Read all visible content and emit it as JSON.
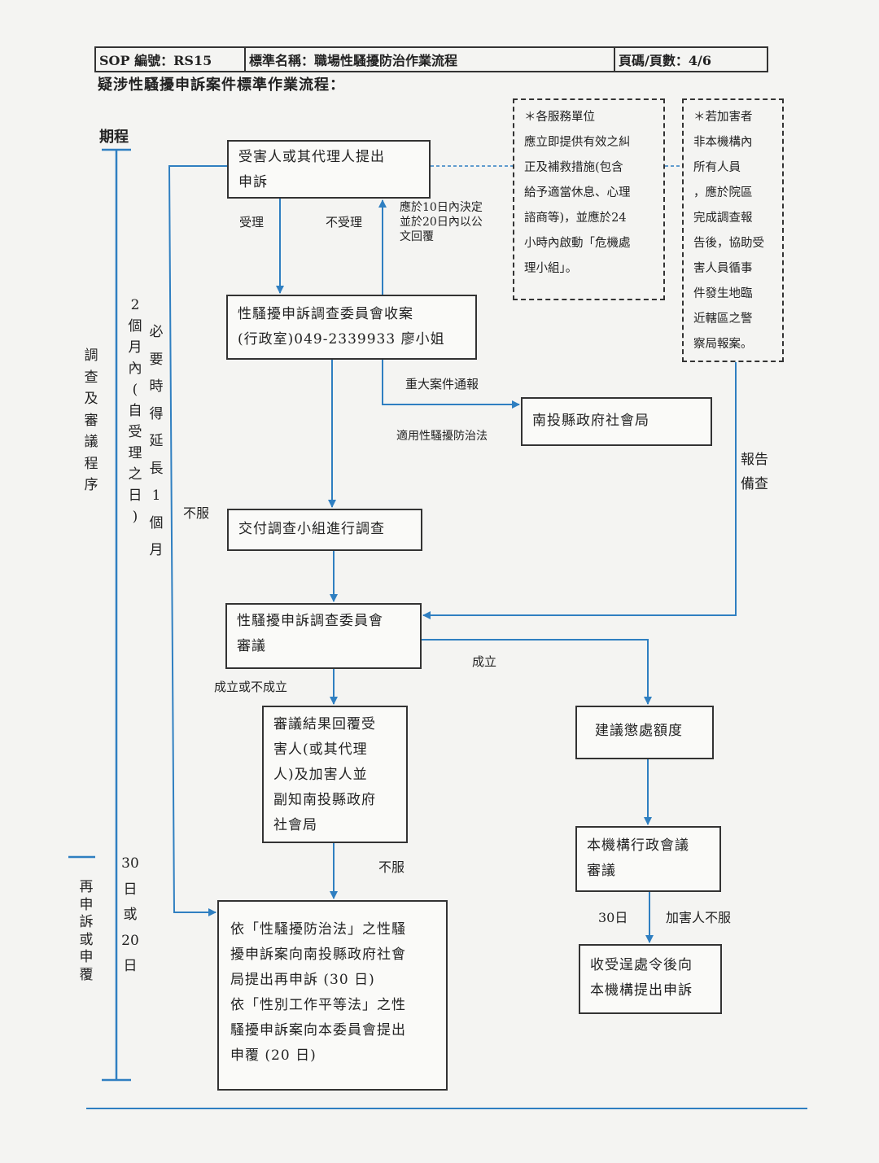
{
  "header": {
    "sop_no": "SOP 編號：RS15",
    "std_name": "標準名稱：職場性騷擾防治作業流程",
    "page_no": "頁碼/頁數：4/6"
  },
  "flow_title": "疑涉性騷擾申訴案件標準作業流程：",
  "timeline": {
    "label": "期程",
    "phase1": [
      "調",
      "查",
      "及",
      "審",
      "議",
      "程",
      "序"
    ],
    "phase1_period_a": [
      "2",
      "個",
      "月",
      "內",
      "(",
      "自",
      "受",
      "理",
      "之",
      "日",
      ")"
    ],
    "phase1_period_b": [
      "必",
      "要",
      "時",
      "得",
      "延",
      "長",
      "1",
      "個",
      "月"
    ],
    "phase2": [
      "再",
      "申",
      "訴",
      "或",
      "申",
      "覆"
    ],
    "phase2_period": [
      "30",
      "日",
      "或",
      "20",
      "日"
    ]
  },
  "nodes": {
    "complaint": [
      "受害人或其代理人提出",
      "申訴"
    ],
    "committee_receive": [
      "性騷擾申訴調查委員會收案",
      "(行政室)049-2339933 廖小姐"
    ],
    "social_bureau": [
      "南投縣政府社會局"
    ],
    "investigation": [
      "交付調查小組進行調查"
    ],
    "committee_review": [
      "性騷擾申訴調查委員會",
      "審議"
    ],
    "result_reply": [
      "審議結果回覆受",
      "害人(或其代理",
      "人)及加害人並",
      "副知南投縣政府",
      "社會局"
    ],
    "penalty": [
      "建議懲處額度"
    ],
    "admin_meeting": [
      "本機構行政會議",
      "審議"
    ],
    "appeal_after_penalty": [
      "收受逞處令後向",
      "本機構提出申訴"
    ],
    "reappeal": [
      "依「性騷擾防治法」之性騷",
      "擾申訴案向南投縣政府社會",
      "局提出再申訴 (30 日)",
      "依「性別工作平等法」之性",
      "騷擾申訴案向本委員會提出",
      "申覆 (20 日)"
    ]
  },
  "notes": {
    "service_units": [
      "＊各服務單位",
      "應立即提供有效之糾",
      "正及補救措施(包含",
      "給予適當休息、心理",
      "諮商等)，並應於24",
      "小時內啟動「危機處",
      "理小組」。"
    ],
    "external_offender": [
      "＊若加害者",
      "非本機構內",
      "所有人員",
      "，應於院區",
      "完成調查報",
      "告後，協助受",
      "害人員循事",
      "件發生地臨",
      "近轄區之警",
      "察局報案。"
    ]
  },
  "labels": {
    "accept": "受理",
    "reject": "不受理",
    "deadline": [
      "應於10日內決定",
      "並於20日內以公",
      "文回覆"
    ],
    "major_case": "重大案件通報",
    "applicable_law": "適用性騷擾防治法",
    "report": [
      "報告",
      "備查"
    ],
    "disagree_left": "不服",
    "established": "成立",
    "established_or_not": "成立或不成立",
    "disagree_mid": "不服",
    "days30": "30日",
    "offender_disagree": "加害人不服"
  },
  "colors": {
    "line": "#2f7fc1",
    "border": "#333333"
  }
}
